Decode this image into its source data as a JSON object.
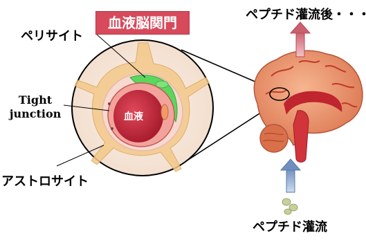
{
  "diagram": {
    "title": "血液脳関門",
    "labels": {
      "pericyte": "ペリサイト",
      "tight_junction": "Tight junction",
      "astrocyte": "アストロサイト",
      "blood": "血液",
      "peptide_after": "ペプチド灌流後・・・",
      "peptide_perfusion": "ペプチド灌流"
    },
    "colors": {
      "title_bg": "#d64a5c",
      "circle_fill": "#f5e6d6",
      "astrocyte": "#f3c98a",
      "pericyte": "#5cd65c",
      "vessel_wall": "#f2a49c",
      "blood": "#c8273a",
      "brain": "#e88a5e",
      "arrow_up_red": "#e8a0a6",
      "arrow_up_blue": "#a9bfdd"
    }
  }
}
